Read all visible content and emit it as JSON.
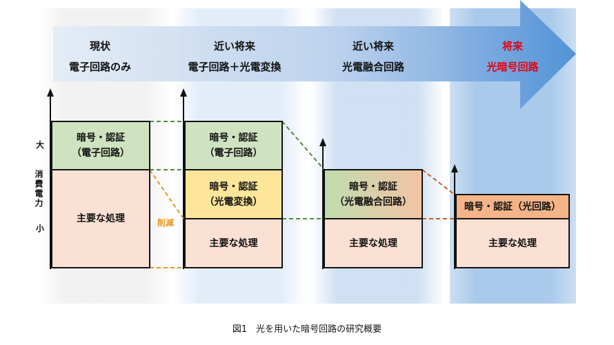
{
  "stages": [
    {
      "line1": "現状",
      "line2": "電子回路のみ"
    },
    {
      "line1": "近い将来",
      "line2": "電子回路＋光電変換"
    },
    {
      "line1": "近い将来",
      "line2": "光電融合回路"
    },
    {
      "line1": "将来",
      "line2": "光暗号回路"
    }
  ],
  "axis": {
    "high": "大",
    "label": "消費電力",
    "low": "小"
  },
  "boxes": {
    "col1_crypto": "暗号・認証\n（電子回路）",
    "col1_main": "主要な処理",
    "col2_crypto_electronic": "暗号・認証\n（電子回路）",
    "col2_crypto_photoelectric": "暗号・認証\n（光電変換）",
    "col2_main": "主要な処理",
    "col3_crypto": "暗号・認証\n（光電融合回路）",
    "col3_main": "主要な処理",
    "col4_crypto": "暗号・認証（光回路）",
    "col4_main": "主要な処理"
  },
  "reduction_label": "削減",
  "caption": "図1　光を用いた暗号回路の研究概要",
  "colors": {
    "arrow_start": "#dfe9f5",
    "arrow_end": "#4e8fd6",
    "future_text": "#e60012",
    "green_box": "#cfe3c1",
    "yellow_box": "#fde69a",
    "pink_box": "#fbe1d4",
    "orange_box": "#f5b488",
    "green_dash": "#4f8a3c",
    "orange_dash": "#e8961e",
    "brown_dash": "#c0612b"
  }
}
